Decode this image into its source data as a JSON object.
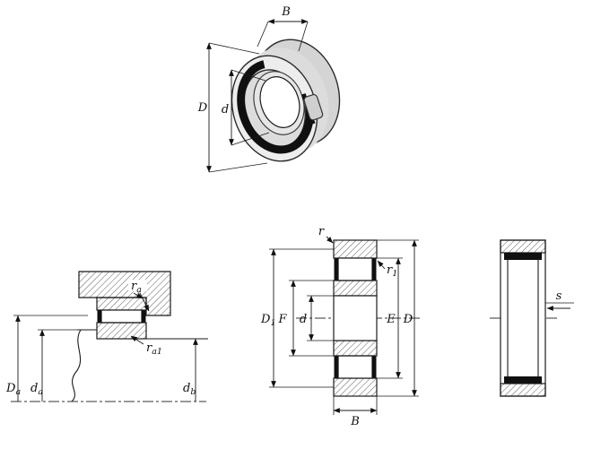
{
  "colors": {
    "line": "#1a1a1a",
    "hatch": "#4a4a4a",
    "cage": "#101010",
    "metal_light": "#ededed",
    "metal_mid": "#d4d4d4",
    "background": "#ffffff"
  },
  "views": {
    "perspective": {
      "dims": {
        "B": "B",
        "D": "D",
        "d": "d"
      }
    },
    "mounting": {
      "dims": {
        "ra": {
          "base": "r",
          "sub": "a"
        },
        "ra1": {
          "base": "r",
          "sub": "a1"
        },
        "Da": {
          "base": "D",
          "sub": "a"
        },
        "da": {
          "base": "d",
          "sub": "a"
        },
        "db": {
          "base": "d",
          "sub": "b"
        }
      }
    },
    "cross_section": {
      "dims": {
        "r": "r",
        "r1": {
          "base": "r",
          "sub": "1"
        },
        "D1": {
          "base": "D",
          "sub": "1"
        },
        "F": "F",
        "d": "d",
        "E": "E",
        "D": "D",
        "B": "B"
      }
    },
    "side_section": {
      "dims": {
        "s": "s"
      }
    }
  }
}
